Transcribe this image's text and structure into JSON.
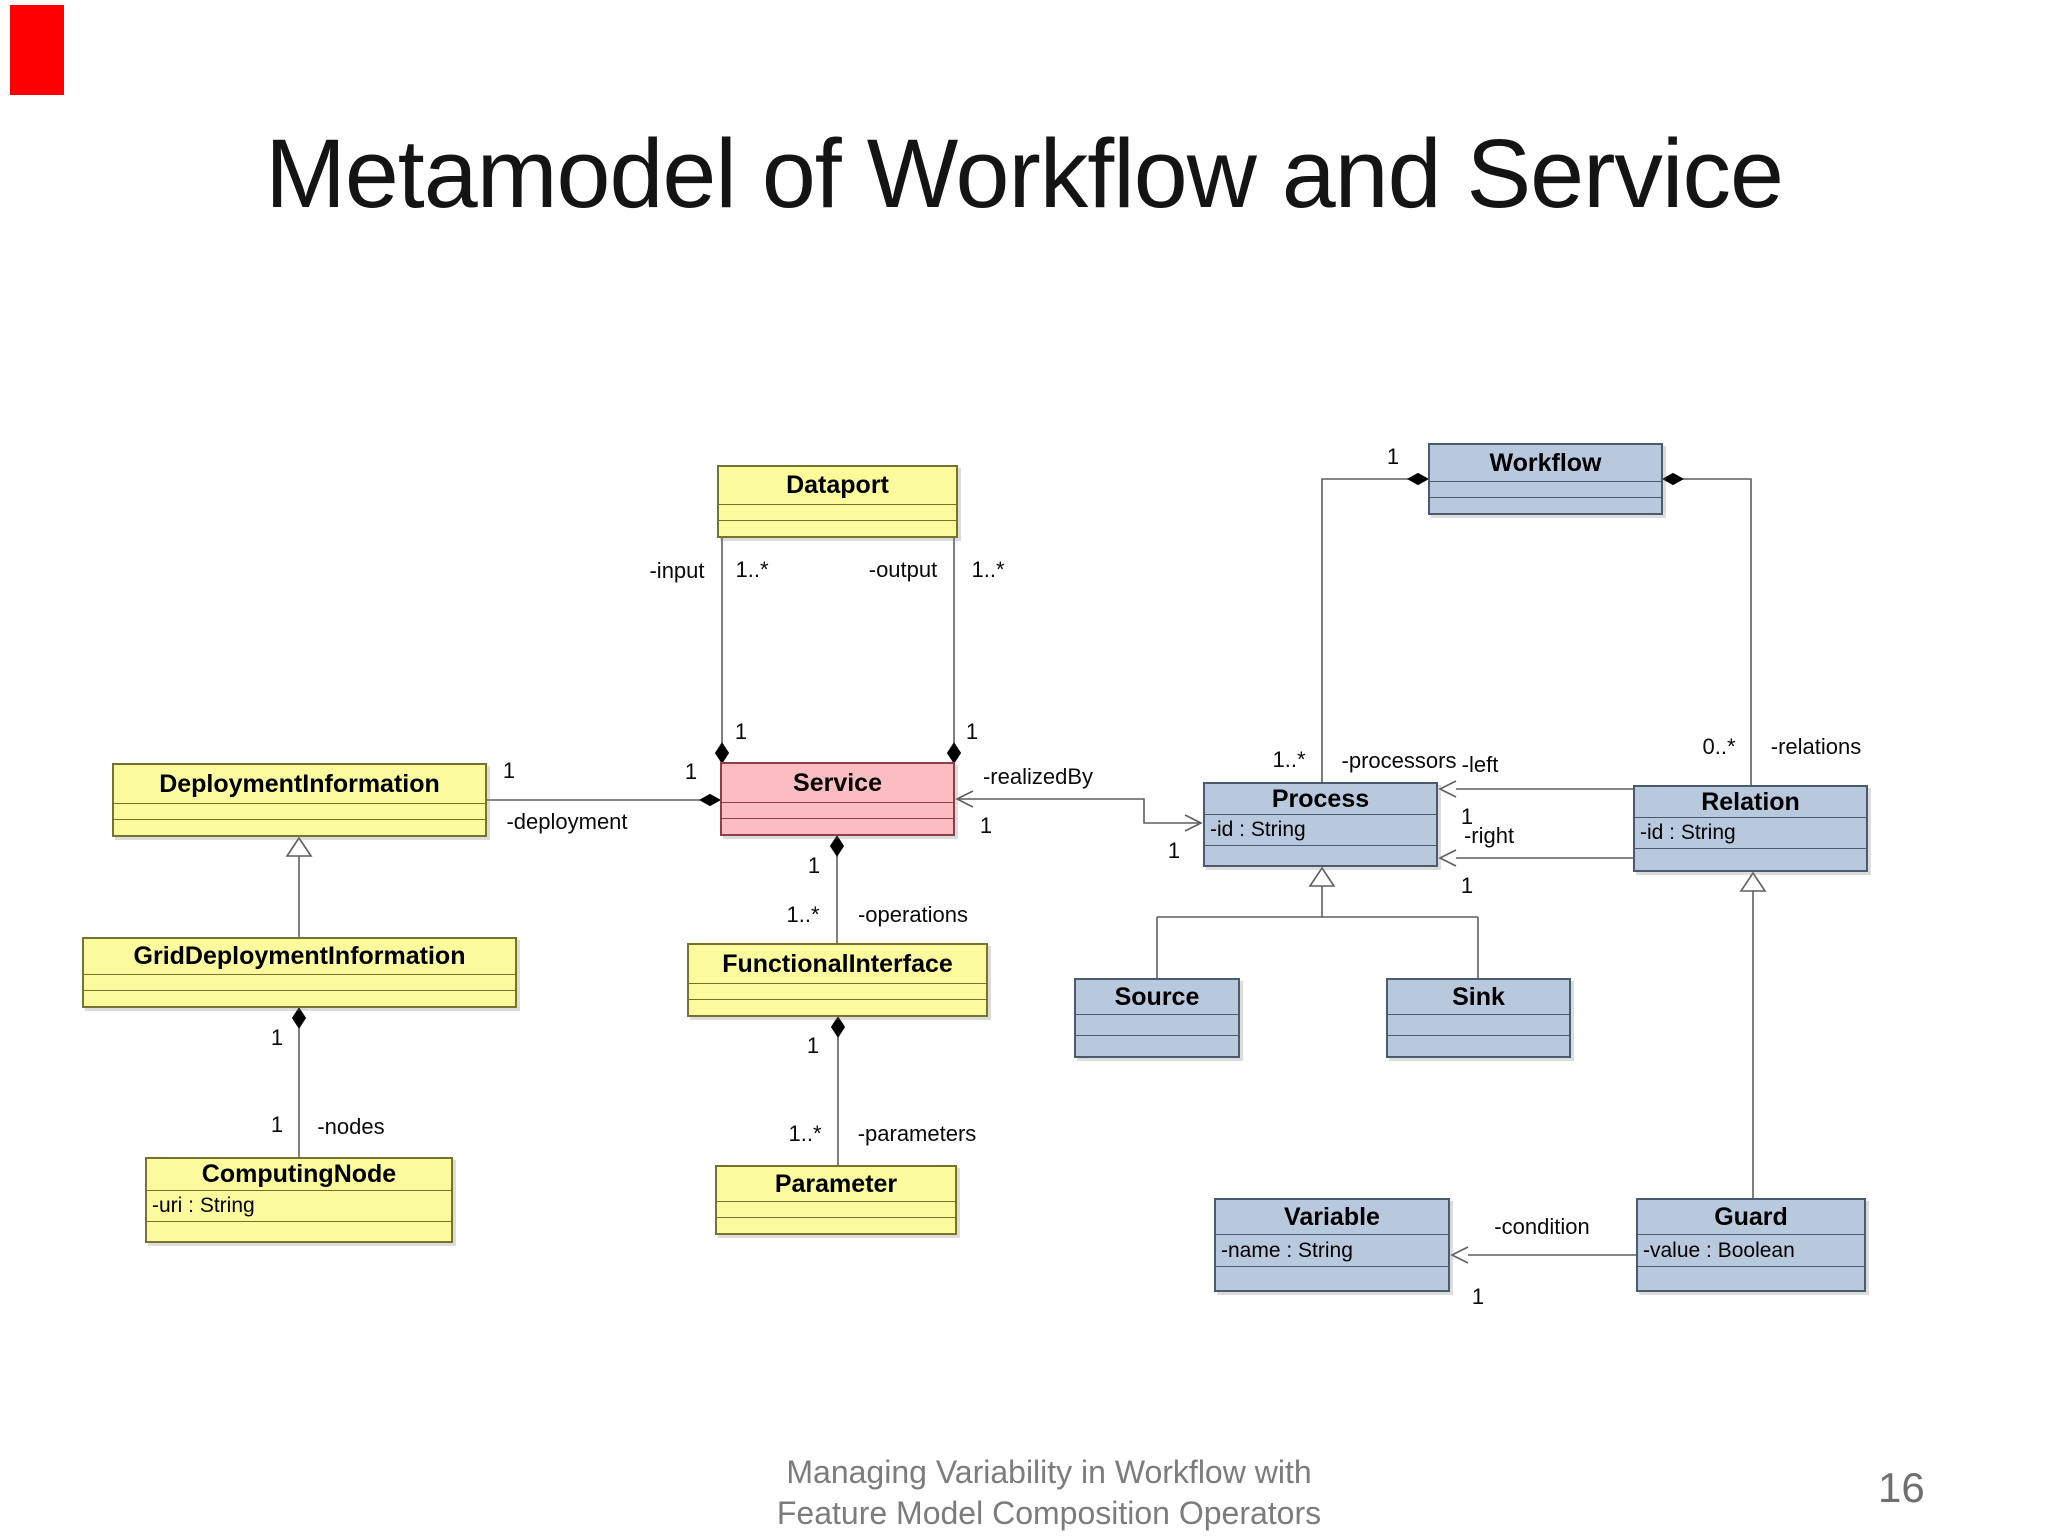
{
  "slide": {
    "title": "Metamodel of Workflow and Service",
    "footer_line1": "Managing Variability in Workflow with",
    "footer_line2": "Feature Model Composition Operators",
    "page_number": "16"
  },
  "colors": {
    "yellow_class_fill": "#FBFB9E",
    "pink_class_fill": "#FBBDC2",
    "blue_class_fill": "#B8C9DE",
    "connector_line": "#5f5f5f",
    "red_indicator": "#ff0000"
  },
  "diagram": {
    "classes": {
      "dataport": {
        "name": "Dataport",
        "attributes": []
      },
      "deployment_information": {
        "name": "DeploymentInformation",
        "attributes": []
      },
      "grid_deployment_information": {
        "name": "GridDeploymentInformation",
        "attributes": []
      },
      "computing_node": {
        "name": "ComputingNode",
        "attributes": [
          "-uri : String"
        ]
      },
      "service": {
        "name": "Service",
        "attributes": []
      },
      "functional_interface": {
        "name": "FunctionalInterface",
        "attributes": []
      },
      "parameter": {
        "name": "Parameter",
        "attributes": []
      },
      "workflow": {
        "name": "Workflow",
        "attributes": []
      },
      "process": {
        "name": "Process",
        "attributes": [
          "-id : String"
        ]
      },
      "relation": {
        "name": "Relation",
        "attributes": [
          "-id : String"
        ]
      },
      "source": {
        "name": "Source",
        "attributes": []
      },
      "sink": {
        "name": "Sink",
        "attributes": []
      },
      "variable": {
        "name": "Variable",
        "attributes": [
          "-name : String"
        ]
      },
      "guard": {
        "name": "Guard",
        "attributes": [
          "-value : Boolean"
        ]
      }
    },
    "associations": {
      "input": {
        "role": "-input",
        "mult": "1..*",
        "target": "1"
      },
      "output": {
        "role": "-output",
        "mult": "1..*",
        "target": "1"
      },
      "deployment": {
        "src": "1",
        "tgt": "1",
        "role": "-deployment"
      },
      "operations": {
        "src": "1",
        "mult": "1..*",
        "role": "-operations"
      },
      "parameters": {
        "src": "1",
        "mult": "1..*",
        "role": "-parameters"
      },
      "nodes": {
        "src": "1",
        "mult": "1",
        "role": "-nodes"
      },
      "realized_by": {
        "role": "-realizedBy",
        "src": "1",
        "tgt": "1"
      },
      "processors": {
        "src": "1",
        "mult": "1..*",
        "role": "-processors"
      },
      "relations": {
        "mult": "0..*",
        "role": "-relations"
      },
      "left": {
        "role": "-left",
        "mult": "1"
      },
      "right": {
        "role": "-right",
        "mult": "1"
      },
      "condition": {
        "role": "-condition",
        "mult": "1"
      }
    }
  }
}
